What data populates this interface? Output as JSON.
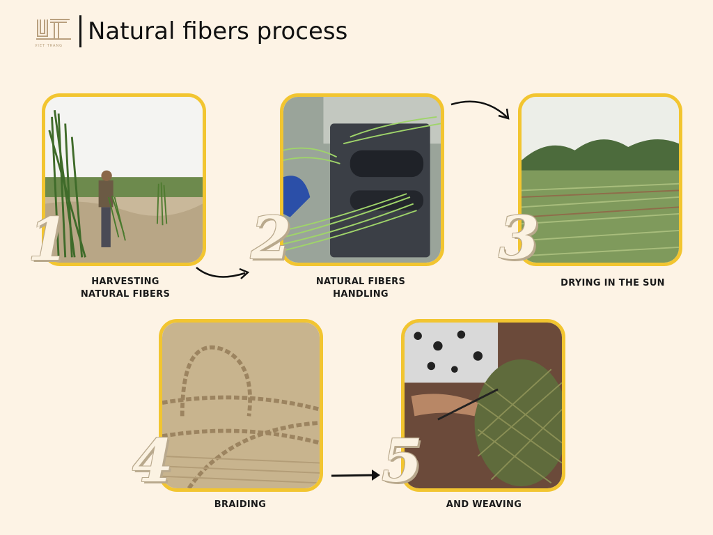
{
  "header": {
    "title": "Natural fibers process",
    "logo_text": "VIET TRANG"
  },
  "steps": [
    {
      "number": "1",
      "caption_line1": "HARVESTING",
      "caption_line2": "NATURAL FIBERS"
    },
    {
      "number": "2",
      "caption_line1": "NATURAL FIBERS",
      "caption_line2": "HANDLING"
    },
    {
      "number": "3",
      "caption_line1": "DRYING IN THE SUN",
      "caption_line2": ""
    },
    {
      "number": "4",
      "caption_line1": "BRAIDING",
      "caption_line2": ""
    },
    {
      "number": "5",
      "caption_line1": "AND WEAVING",
      "caption_line2": ""
    }
  ],
  "colors": {
    "background": "#fdf3e5",
    "frame": "#f2c530",
    "number_fill": "#fbf2e2",
    "number_outline": "#b9a98d"
  }
}
